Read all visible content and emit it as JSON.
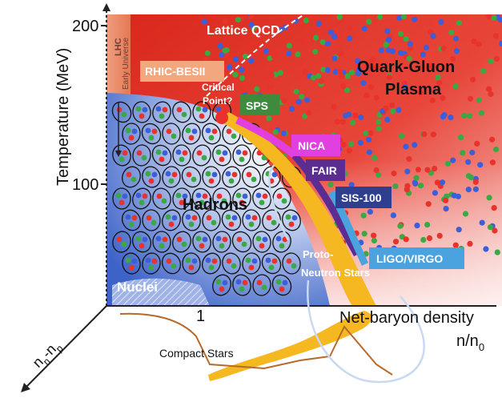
{
  "axes": {
    "y_label": "Temperature (MeV)",
    "y_ticks": [
      "200",
      "100"
    ],
    "x_tick": "1",
    "x_label": "Net-baryon density",
    "x_unit_main": "n/n",
    "x_unit_sub": "0",
    "z_label_main": "n",
    "z_label_sub1": "n",
    "z_label_mid": "-n",
    "z_label_sub2": "p"
  },
  "regions": {
    "lattice": "Lattice QCD",
    "qgp_line1": "Quark-Gluon",
    "qgp_line2": "Plasma",
    "hadrons": "Hadrons",
    "nuclei": "Nuclei",
    "lhc_line1": "LHC",
    "lhc_line2": "Early Universe",
    "critical_line1": "Critical",
    "critical_line2": "Point?",
    "proto_line1": "Proto-",
    "proto_line2": "Neutron Stars",
    "compact": "Compact Stars"
  },
  "experiments": {
    "rhic": "RHIC-BESII",
    "sps": "SPS",
    "nica": "NICA",
    "fair": "FAIR",
    "sis": "SIS-100",
    "ligo": "LIGO/VIRGO"
  },
  "colors": {
    "rhic": "#f2a77e",
    "sps": "#3e8b3e",
    "nica": "#e23fe0",
    "fair": "#5b2d91",
    "sis": "#2e3f8f",
    "ligo": "#4aa3df",
    "critical_point": "#e8322b",
    "yellow_band": "#f5b820",
    "quark_red": "#e8322b",
    "quark_green": "#3aa843",
    "quark_blue": "#3c5fd8"
  }
}
